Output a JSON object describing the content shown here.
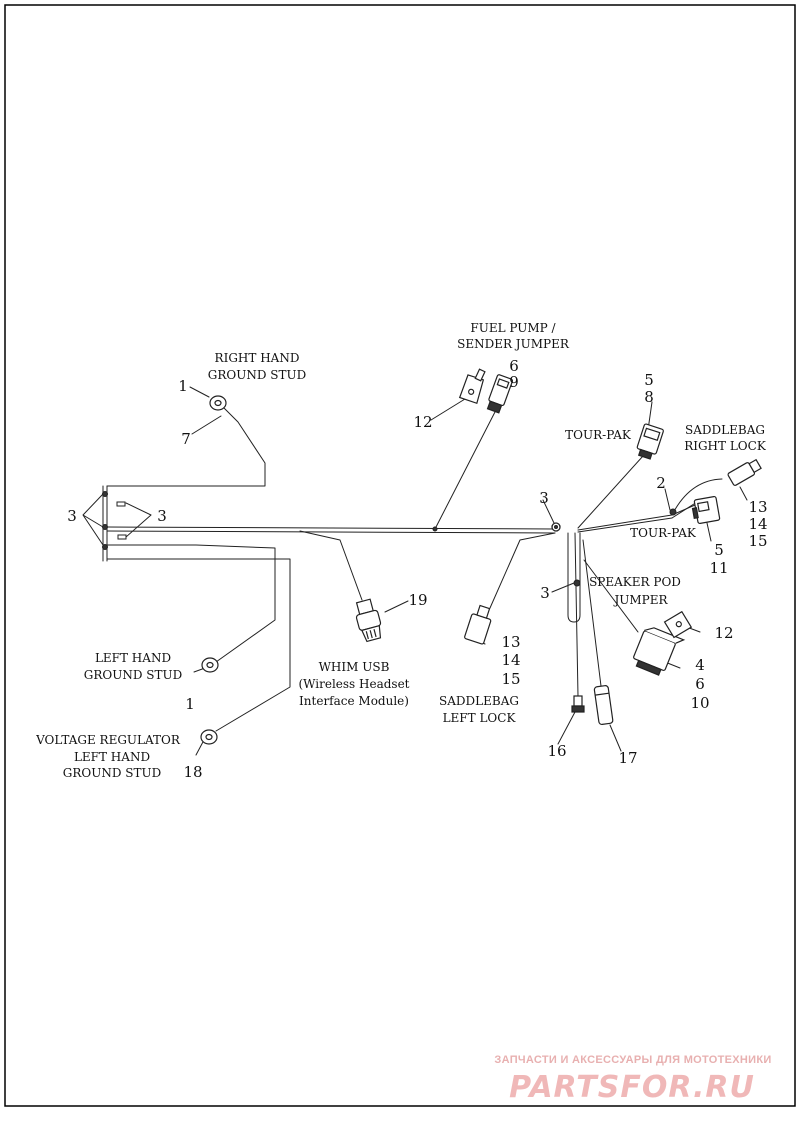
{
  "labels": {
    "right_hand_ground_stud": [
      "RIGHT HAND",
      "GROUND STUD"
    ],
    "fuel_pump_sender_jumper": [
      "FUEL PUMP /",
      "SENDER JUMPER"
    ],
    "tour_pak_upper": "TOUR-PAK",
    "saddlebag_right_lock": [
      "SADDLEBAG",
      "RIGHT LOCK"
    ],
    "tour_pak_lower": "TOUR-PAK",
    "speaker_pod_jumper": [
      "SPEAKER POD",
      "JUMPER"
    ],
    "whim_usb": [
      "WHIM USB",
      "(Wireless Headset",
      "Interface Module)"
    ],
    "left_hand_ground_stud": [
      "LEFT HAND",
      "GROUND STUD"
    ],
    "voltage_regulator": [
      "VOLTAGE REGULATOR",
      "LEFT HAND",
      "GROUND STUD"
    ],
    "saddlebag_left_lock": [
      "SADDLEBAG",
      "LEFT LOCK"
    ]
  },
  "callouts": {
    "rh_stud_a": "1",
    "rh_stud_b": "7",
    "fuel_pump_a": "6",
    "fuel_pump_b": "9",
    "fuel_pump_c": "12",
    "tour_pak_upper_a": "5",
    "tour_pak_upper_b": "8",
    "splice_top": "3",
    "splice_mid": "3",
    "saddlebag_right_a": "2",
    "saddlebag_right_b": "13",
    "saddlebag_right_c": "14",
    "saddlebag_right_d": "15",
    "tour_pak_lower_a": "5",
    "tour_pak_lower_b": "11",
    "speaker_pod_a": "12",
    "speaker_pod_b": "4",
    "speaker_pod_c": "6",
    "speaker_pod_d": "10",
    "left_clips_a": "3",
    "left_clips_b": "3",
    "whim": "19",
    "lh_stud": "1",
    "vr_stud": "18",
    "saddlebag_left_a": "13",
    "saddlebag_left_b": "14",
    "saddlebag_left_c": "15",
    "bottom_conn_a": "16",
    "bottom_conn_b": "17"
  },
  "watermark": {
    "top": "ЗАПЧАСТИ И АКСЕССУАРЫ ДЛЯ МОТОТЕХНИКИ",
    "logo": "PARTSFOR.RU"
  }
}
